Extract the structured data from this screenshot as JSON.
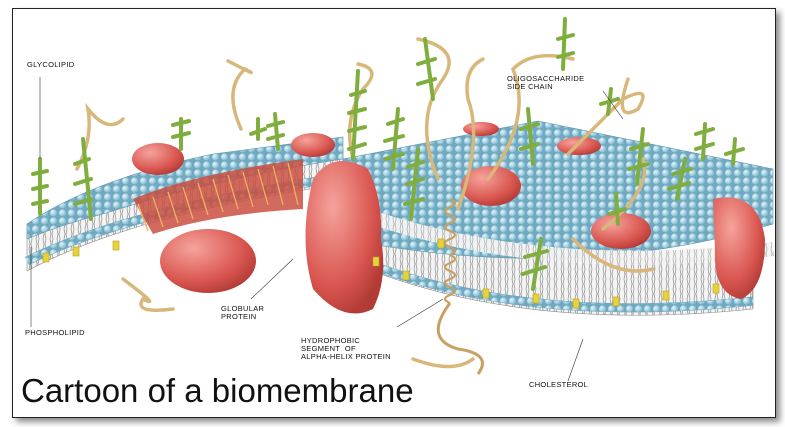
{
  "figure": {
    "caption": "Cartoon of a biomembrane",
    "labels": {
      "glycolipid": "GLYCOLIPID",
      "oligosaccharide": "OLIGOSACCHARIDE\nSIDE CHAIN",
      "phospholipid": "PHOSPHOLIPID",
      "globular_protein": "GLOBULAR\nPROTEIN",
      "alpha_helix": "HYDROPHOBIC\nSEGMENT  OF\nALPHA-HELIX PROTEIN",
      "cholesterol": "CHOLESTEROL"
    }
  },
  "colors": {
    "lipid_head": "#9fd3e6",
    "tail": "#c9c9c9",
    "protein": "#e06a63",
    "sugar": "#8fbf4a",
    "fiber": "#d8b77a",
    "cholesterol": "#e8d23a"
  }
}
